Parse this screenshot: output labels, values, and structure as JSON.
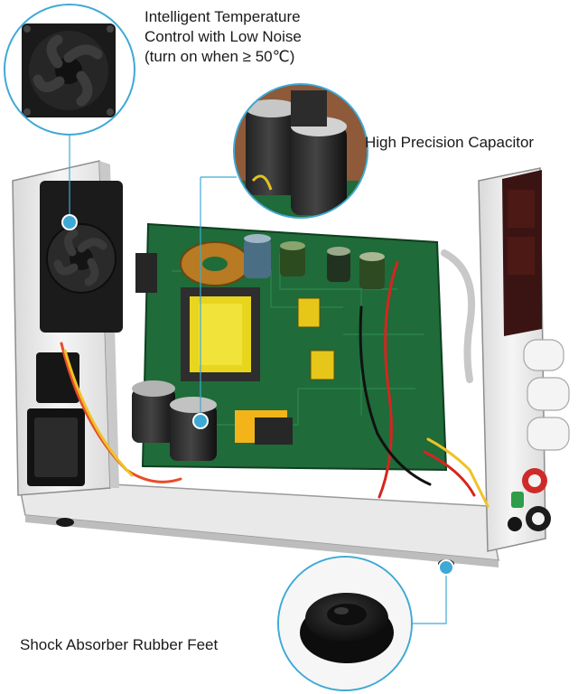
{
  "callouts": {
    "fan": {
      "line1": "Intelligent Temperature",
      "line2": "Control with Low Noise",
      "line3": "(turn on when ≥ 50℃)"
    },
    "capacitor": {
      "text": "High Precision Capacitor"
    },
    "feet": {
      "text": "Shock Absorber Rubber Feet"
    }
  },
  "colors": {
    "accent_line": "#3fa9d6",
    "pcb_green": "#1f6b3a",
    "chassis_white": "#f1f1f1"
  },
  "icons": [
    "cooling-fan-icon",
    "capacitor-icon",
    "rubber-foot-icon"
  ]
}
